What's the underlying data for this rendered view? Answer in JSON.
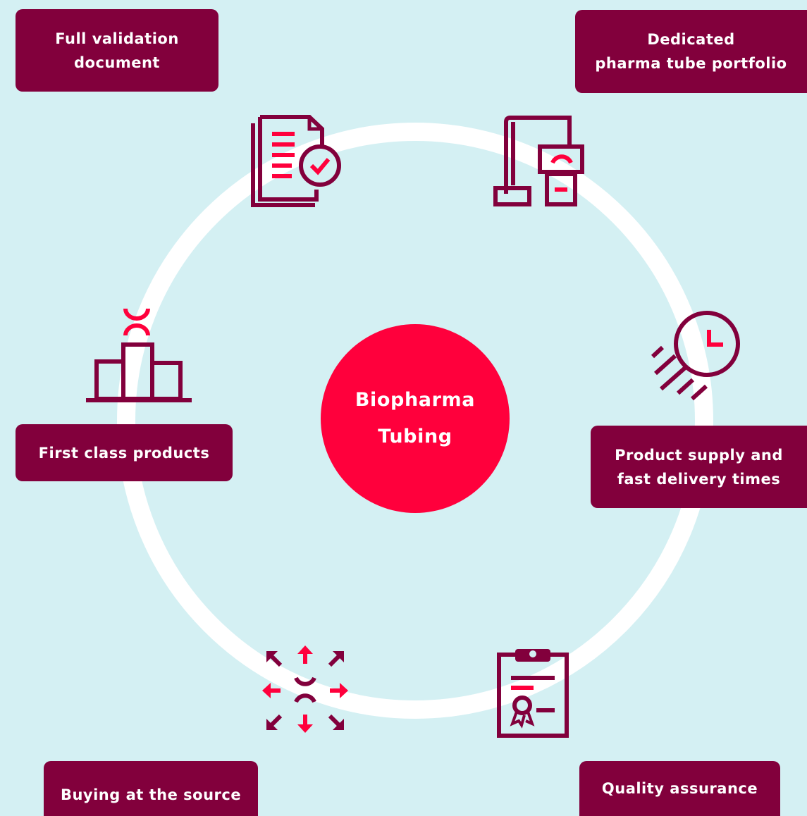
{
  "center": {
    "line1": "Biopharma",
    "line2": "Tubing"
  },
  "nodes": [
    {
      "id": "validation",
      "lines": [
        "Full validation",
        "document"
      ],
      "icon": "document-check-icon"
    },
    {
      "id": "portfolio",
      "lines": [
        "Dedicated",
        "pharma tube portfolio"
      ],
      "icon": "manufacturing-crane-icon"
    },
    {
      "id": "delivery",
      "lines": [
        "Product supply and",
        "fast delivery times"
      ],
      "icon": "fast-clock-icon"
    },
    {
      "id": "quality",
      "lines": [
        "Quality assurance"
      ],
      "icon": "clipboard-certificate-icon"
    },
    {
      "id": "source",
      "lines": [
        "Buying at the source"
      ],
      "icon": "arrows-outward-icon"
    },
    {
      "id": "products",
      "lines": [
        "First class products"
      ],
      "icon": "podium-icon"
    }
  ],
  "colors": {
    "background": "#d4f0f3",
    "ring": "#ffffff",
    "box": "#82003c",
    "accent": "#ff003c",
    "box_text": "#ffffff"
  }
}
